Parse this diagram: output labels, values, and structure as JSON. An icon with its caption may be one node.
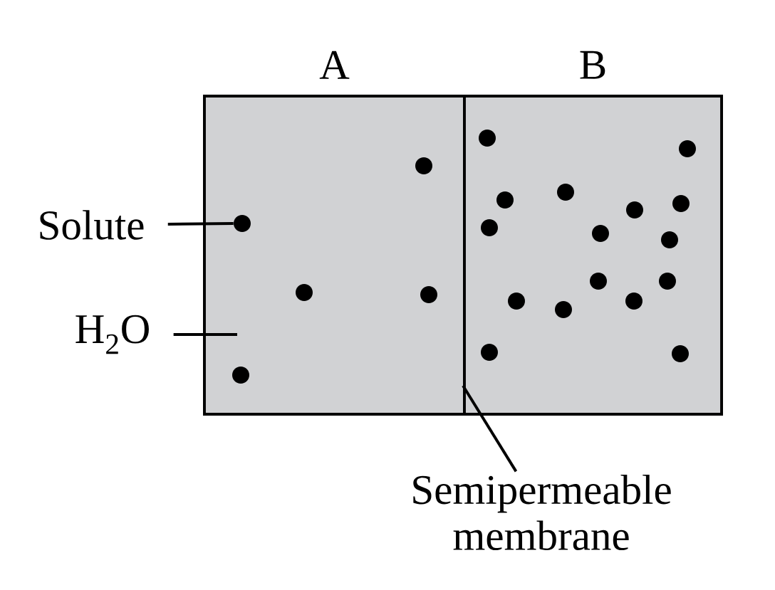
{
  "diagram": {
    "nodes": [
      {
        "text": [
          "A"
        ]
      },
      {
        "text": [
          "B"
        ]
      },
      {
        "text": [
          "Solute"
        ]
      },
      {
        "text": [
          "H$_{2}$O"
        ]
      },
      {
        "text": [
          "Semipermeable membrane"
        ]
      },
      {
        "text": [],
        "shape": "circle",
        "in": 0
      },
      {
        "text": [],
        "shape": "circle",
        "in": 0
      },
      {
        "text": [],
        "shape": "circle",
        "in": 0
      },
      {
        "text": [],
        "shape": "circle",
        "in": 0
      },
      {
        "text": [],
        "shape": "circle",
        "in": 0
      },
      {
        "text": [],
        "shape": "circle",
        "in": 1
      },
      {
        "text": [],
        "shape": "circle",
        "in": 1
      },
      {
        "text": [],
        "shape": "circle",
        "in": 1
      },
      {
        "text": [],
        "shape": "circle",
        "in": 1
      },
      {
        "text": [],
        "shape": "circle",
        "in": 1
      },
      {
        "text": [],
        "shape": "circle",
        "in": 1
      },
      {
        "text": [],
        "shape": "circle",
        "in": 1
      },
      {
        "text": [],
        "shape": "circle",
        "in": 1
      },
      {
        "text": [],
        "shape": "circle",
        "in": 1
      },
      {
        "text": [],
        "shape": "circle",
        "in": 1
      },
      {
        "text": [],
        "shape": "circle",
        "in": 1
      },
      {
        "text": [],
        "shape": "circle",
        "in": 1
      },
      {
        "text": [],
        "shape": "circle",
        "in": 1
      },
      {
        "text": [],
        "shape": "circle",
        "in": 1
      },
      {
        "text": [],
        "shape": "circle",
        "in": 1
      },
      {
        "text": [],
        "shape": "circle",
        "in": 1
      }
    ],
    "edges": [
      {
        "from": 2,
        "to": 6,
        "arrow": "none"
      },
      {
        "from": 3,
        "to": 0,
        "arrow": "none"
      },
      {
        "from": 4,
        "to": 1,
        "arrow": "none"
      }
    ]
  }
}
